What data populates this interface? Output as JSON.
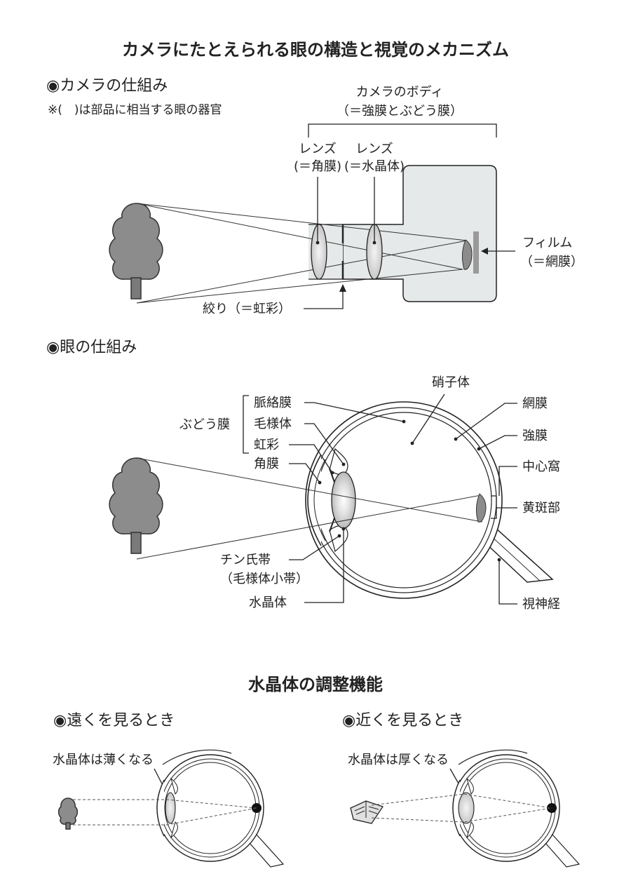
{
  "title": "カメラにたとえられる眼の構造と視覚のメカニズム",
  "camera": {
    "heading": "◉カメラの仕組み",
    "note": "※(　)は部品に相当する眼の器官",
    "body_label": "カメラのボディ",
    "body_eq": "（＝強膜とぶどう膜）",
    "lens1": "レンズ",
    "lens1_eq": "(＝角膜)",
    "lens2": "レンズ",
    "lens2_eq": "(＝水晶体)",
    "film": "フィルム",
    "film_eq": "（＝網膜）",
    "iris": "絞り（＝虹彩）"
  },
  "eye": {
    "heading": "◉眼の仕組み",
    "vitreous": "硝子体",
    "retina": "網膜",
    "sclera": "強膜",
    "choroid": "脈絡膜",
    "ciliary": "毛様体",
    "iris": "虹彩",
    "uvea": "ぶどう膜",
    "cornea": "角膜",
    "fovea": "中心窩",
    "macula": "黄斑部",
    "zonule": "チン氏帯",
    "zonule_sub": "（毛様体小帯）",
    "lens": "水晶体",
    "optic": "視神経"
  },
  "accommodation": {
    "heading": "水晶体の調整機能",
    "far_heading": "◉遠くを見るとき",
    "far_note": "水晶体は薄くなる",
    "near_heading": "◉近くを見るとき",
    "near_note": "水晶体は厚くなる"
  },
  "colors": {
    "fill_light": "#e6e9e9",
    "tree": "#8c8c8c",
    "line": "#222222"
  },
  "icons": [
    "tree-icon",
    "book-icon",
    "bullet-circle-icon"
  ]
}
